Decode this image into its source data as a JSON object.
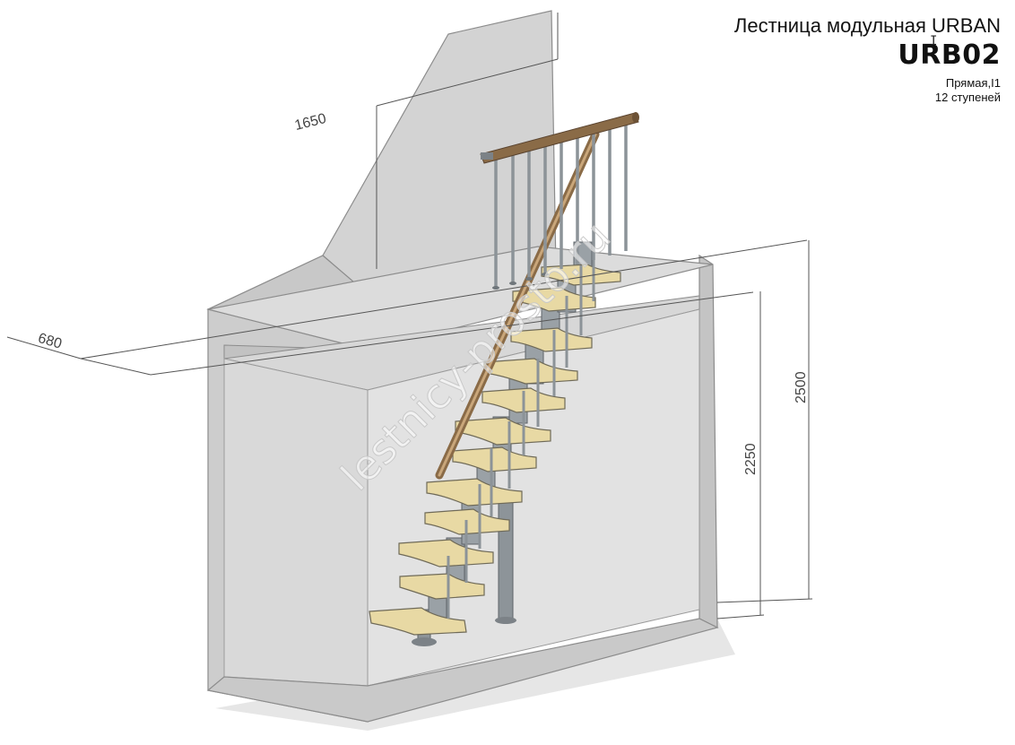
{
  "title": {
    "line1": "Лестница модульная URBAN",
    "model": "URB02",
    "type": "Прямая,I1",
    "steps": "12 ступеней"
  },
  "dimensions": {
    "width_top": "1650",
    "depth": "680",
    "height_total": "2500",
    "height_ceiling": "2250"
  },
  "watermark": "lestnicy-prosto.ru",
  "colors": {
    "wall": "#cfcfcf",
    "tread": "#e8d9a4",
    "handrail": "#8a6b47",
    "metal": "#9aa1a6"
  }
}
